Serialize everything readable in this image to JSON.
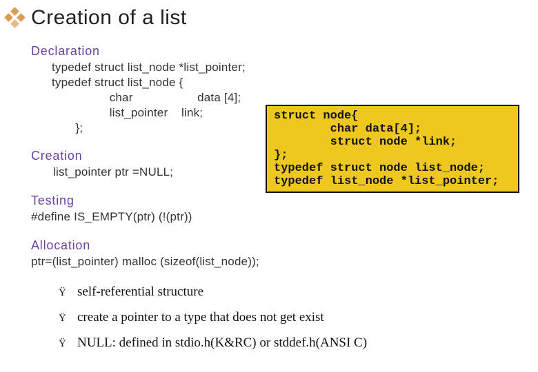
{
  "slide": {
    "title": "Creation of a list",
    "title_bullet_icon": "four-diamond-icon",
    "colors": {
      "heading": "#6B3FA0",
      "title-text": "#1F1F1F",
      "code-text": "#333333",
      "codebox-bg": "#EFC81F",
      "codebox-border": "#111111",
      "diamond-orange": "#DE9A52",
      "diamond-light": "#E9B780"
    },
    "sections": [
      {
        "heading": "Declaration",
        "code": [
          "typedef struct list_node *list_pointer;",
          "typedef struct list_node {",
          "                 char                   data [4];",
          "                 list_pointer    link;",
          "       };"
        ]
      },
      {
        "heading": "Creation",
        "code": [
          "list_pointer ptr =NULL;"
        ]
      },
      {
        "heading": "Testing",
        "code": [
          "#define IS_EMPTY(ptr) (!(ptr))"
        ]
      },
      {
        "heading": "Allocation",
        "code": [
          "ptr=(list_pointer) malloc (sizeof(list_node));"
        ]
      }
    ],
    "code_box": {
      "lines": [
        "struct node{",
        "        char data[4];",
        "        struct node *link;",
        "};",
        "typedef struct node list_node;",
        "typedef list_node *list_pointer;"
      ]
    },
    "bullets": [
      {
        "marker": "Ÿ",
        "text": "self-referential structure"
      },
      {
        "marker": "Ÿ",
        "text": "create a pointer to a type that does not get exist"
      },
      {
        "marker": "Ÿ",
        "text": "NULL: defined in stdio.h(K&RC) or stddef.h(ANSI C)"
      }
    ]
  }
}
